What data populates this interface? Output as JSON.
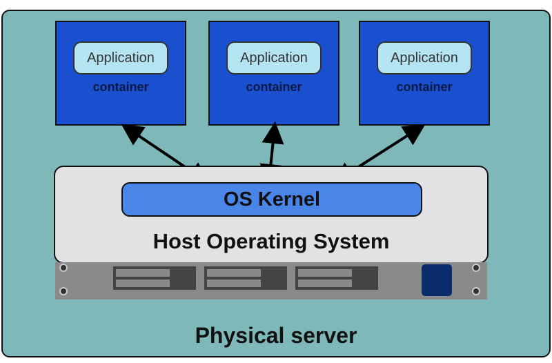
{
  "containers": [
    {
      "app": "Application",
      "label": "container"
    },
    {
      "app": "Application",
      "label": "container"
    },
    {
      "app": "Application",
      "label": "container"
    }
  ],
  "kernel": "OS Kernel",
  "host": "Host Operating System",
  "physical": "Physical server"
}
